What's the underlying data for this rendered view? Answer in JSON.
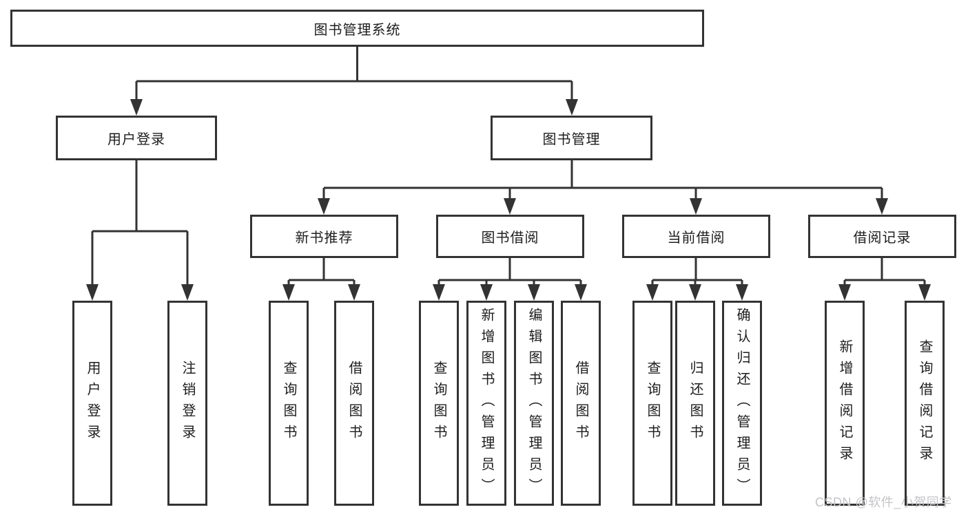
{
  "colors": {
    "line": "#333333",
    "text": "#1d1d1d",
    "background": "#ffffff",
    "watermark": "#c4c4c8"
  },
  "tree": {
    "root": "图书管理系统",
    "branches": [
      {
        "label": "用户登录",
        "children": [
          "用户登录",
          "注销登录"
        ]
      },
      {
        "label": "图书管理",
        "groups": [
          {
            "label": "新书推荐",
            "children": [
              "查询图书",
              "借阅图书"
            ]
          },
          {
            "label": "图书借阅",
            "children": [
              "查询图书",
              "新增图书（管理员）",
              "编辑图书（管理员）",
              "借阅图书"
            ]
          },
          {
            "label": "当前借阅",
            "children": [
              "查询图书",
              "归还图书",
              "确认归还（管理员）"
            ]
          },
          {
            "label": "借阅记录",
            "children": [
              "新增借阅记录",
              "查询借阅记录"
            ]
          }
        ]
      }
    ]
  },
  "watermark": "CSDN @软件_小贺同学"
}
